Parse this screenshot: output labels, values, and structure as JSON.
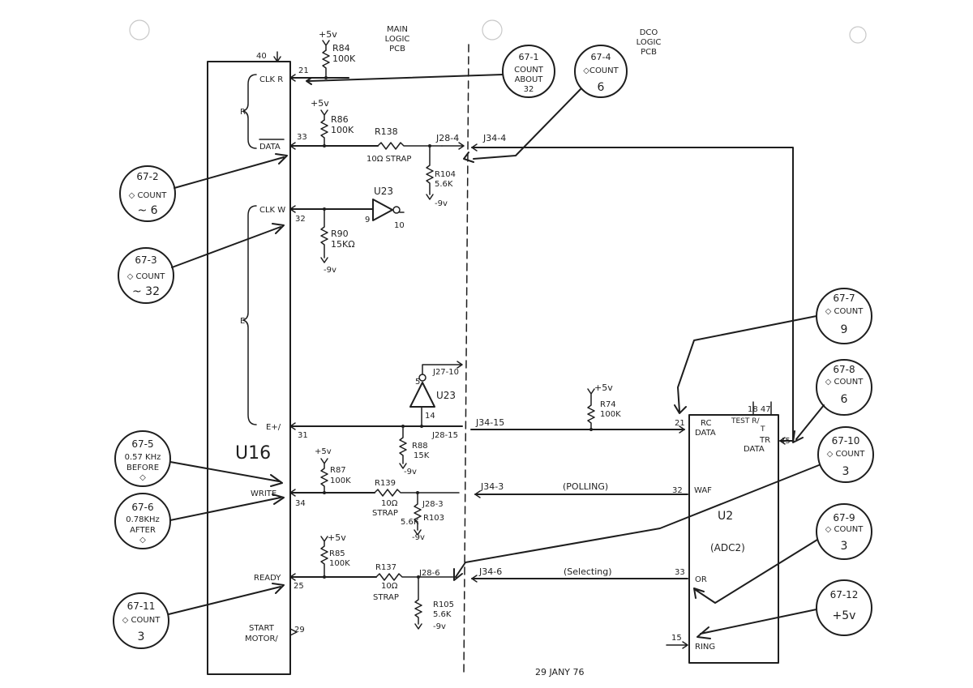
{
  "headers": {
    "main_pcb": [
      "MAIN",
      "LOGIC",
      "PCB"
    ],
    "dco_pcb": [
      "DCO",
      "LOGIC",
      "PCB"
    ]
  },
  "date": "29 JANY 76",
  "u16": {
    "name": "U16",
    "top_pin": "40",
    "pins": [
      {
        "signal": "CLK R",
        "pin": "21"
      },
      {
        "signal": "DATA",
        "pin": "33"
      },
      {
        "signal": "CLK W",
        "pin": "32"
      },
      {
        "signal": "E+/",
        "pin": "31"
      },
      {
        "signal": "WRITE",
        "pin": "34"
      },
      {
        "signal": "READY",
        "pin": "25"
      },
      {
        "signal": "START",
        "signal2": "MOTOR/",
        "pin": "29"
      }
    ],
    "bracket_r": "R",
    "bracket_e": "E"
  },
  "u2": {
    "name": "U2",
    "sub": "(ADC2)",
    "top_pins": "18 47",
    "pins": [
      {
        "signal": "RC",
        "signal2": "DATA",
        "pin": "21"
      },
      {
        "signal": "TEST R/",
        "signal2": "T",
        "pin": ""
      },
      {
        "signal": "TR",
        "signal2": "DATA",
        "pin": "45"
      },
      {
        "signal": "WAF",
        "pin": "32"
      },
      {
        "signal": "OR",
        "pin": "33"
      },
      {
        "signal": "RING",
        "pin": "15"
      }
    ]
  },
  "components": {
    "r84": {
      "name": "R84",
      "value": "100K",
      "supply": "+5v"
    },
    "r86": {
      "name": "R86",
      "value": "100K",
      "supply": "+5v"
    },
    "r138": {
      "name": "R138",
      "value": "10Ω STRAP"
    },
    "r104": {
      "name": "R104",
      "value": "5.6K",
      "supply": "-9v"
    },
    "r90": {
      "name": "R90",
      "value": "15KΩ",
      "supply": "-9v"
    },
    "u23a": {
      "name": "U23",
      "pin_in": "9",
      "pin_out": "10"
    },
    "u23b": {
      "name": "U23",
      "pin_5": "5",
      "pin_14": "14"
    },
    "r74": {
      "name": "R74",
      "value": "100K",
      "supply": "+5v"
    },
    "r88": {
      "name": "R88",
      "value": "15K",
      "supply": "-9v"
    },
    "r87": {
      "name": "R87",
      "value": "100K",
      "supply": "+5v"
    },
    "r139": {
      "name": "R139",
      "value": "10Ω",
      "extra": "STRAP"
    },
    "r103": {
      "name": "R103",
      "value": "5.6K",
      "supply": "-9v"
    },
    "r85": {
      "name": "R85",
      "value": "100K",
      "supply": "+5v"
    },
    "r137": {
      "name": "R137",
      "value": "10Ω",
      "extra": "STRAP"
    },
    "r105": {
      "name": "R105",
      "value": "5.6K",
      "supply": "-9v"
    }
  },
  "connectors": {
    "j28_4": "J28-4",
    "j34_4": "J34-4",
    "j27_10": "J27-10",
    "j28_15": "J28-15",
    "j34_15": "J34-15",
    "j28_3": "J28-3",
    "j34_3": "J34-3",
    "j28_6": "J28-6",
    "j34_6": "J34-6"
  },
  "net_notes": {
    "polling": "(POLLING)",
    "selecting": "(Selecting)"
  },
  "test_points": [
    {
      "id": "67-1",
      "lines": [
        "COUNT",
        "ABOUT",
        "32"
      ]
    },
    {
      "id": "67-4",
      "lines": [
        "◇COUNT",
        "6"
      ]
    },
    {
      "id": "67-2",
      "lines": [
        "◇ COUNT",
        "~ 6"
      ]
    },
    {
      "id": "67-3",
      "lines": [
        "◇ COUNT",
        "~ 32"
      ]
    },
    {
      "id": "67-5",
      "lines": [
        "0.57 KHz",
        "BEFORE",
        "◇"
      ]
    },
    {
      "id": "67-6",
      "lines": [
        "0.78KHz",
        "AFTER",
        "◇"
      ]
    },
    {
      "id": "67-11",
      "lines": [
        "◇ COUNT",
        "3"
      ]
    },
    {
      "id": "67-7",
      "lines": [
        "◇ COUNT",
        "9"
      ]
    },
    {
      "id": "67-8",
      "lines": [
        "◇ COUNT",
        "6"
      ]
    },
    {
      "id": "67-10",
      "lines": [
        "◇ COUNT",
        "3"
      ]
    },
    {
      "id": "67-9",
      "lines": [
        "◇ COUNT",
        "3"
      ]
    },
    {
      "id": "67-12",
      "lines": [
        "+5v"
      ]
    }
  ]
}
